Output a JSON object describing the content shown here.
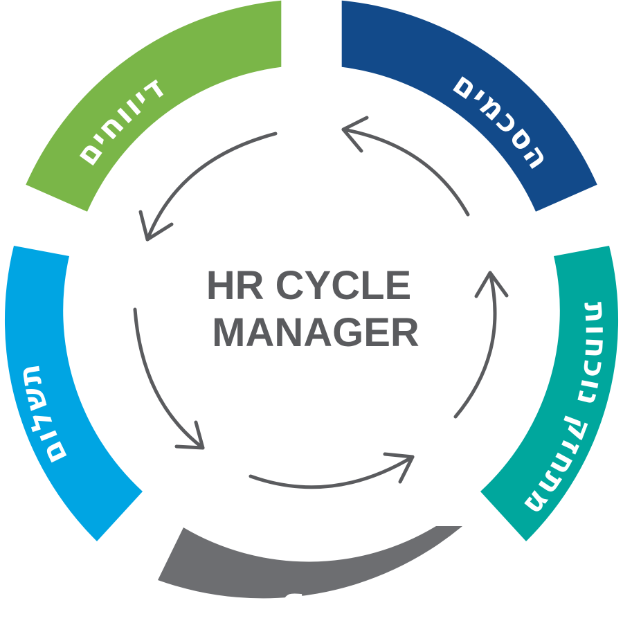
{
  "diagram": {
    "center": {
      "line1": "HR CYCLE",
      "line2": "MANAGER"
    },
    "segments": [
      {
        "id": "agreements",
        "label": "הסכמים",
        "color": "#124a8a"
      },
      {
        "id": "performance",
        "label": "מתחזק נוכחות",
        "color": "#00a79d"
      },
      {
        "id": "salary",
        "label": "שכר",
        "color": "#6d6e71"
      },
      {
        "id": "payment",
        "label": "תשלום",
        "color": "#00a5e3"
      },
      {
        "id": "reports",
        "label": "דיווחים",
        "color": "#7ab648"
      }
    ],
    "arrow_color": "#5a5b5e"
  }
}
